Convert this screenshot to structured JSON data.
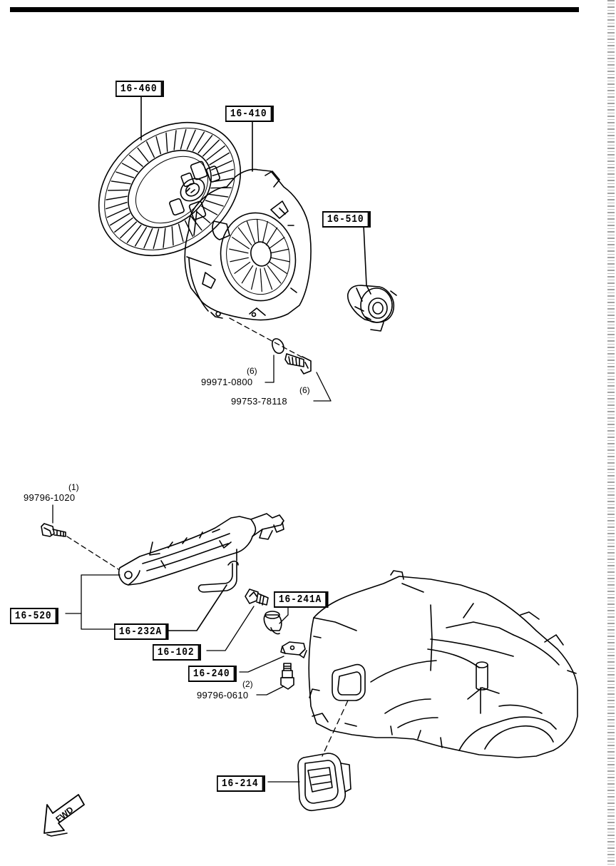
{
  "refs": {
    "clutch_disc": "16-460",
    "clutch_cover": "16-410",
    "release_bearing": "16-510",
    "release_fork": "16-520",
    "spring_clip": "16-232A",
    "fulcrum_pin": "16-102",
    "boot_retainer": "16-241A",
    "bracket": "16-240",
    "dust_boot": "16-214"
  },
  "parts": {
    "washer": {
      "number": "99971-0800",
      "qty": "(6)"
    },
    "cover_bolt": {
      "number": "99753-78118",
      "qty": "(6)"
    },
    "fork_bolt": {
      "number": "99796-1020",
      "qty": "(1)"
    },
    "bracket_bolt": {
      "number": "99796-0610",
      "qty": "(2)"
    }
  },
  "fwd_label": "FWD"
}
